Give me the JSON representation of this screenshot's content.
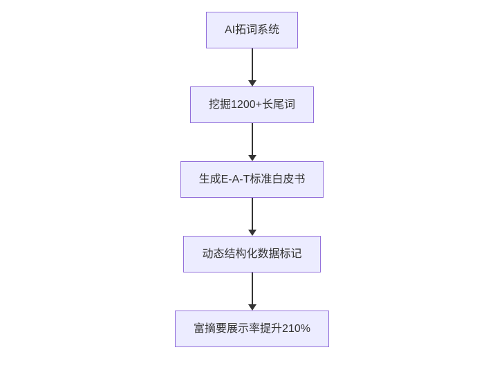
{
  "diagram": {
    "type": "flowchart",
    "direction": "top-down",
    "nodes": [
      {
        "id": "A",
        "label": "AI拓词系统"
      },
      {
        "id": "B",
        "label": "挖掘1200+长尾词"
      },
      {
        "id": "C",
        "label": "生成E-A-T标准白皮书"
      },
      {
        "id": "D",
        "label": "动态结构化数据标记"
      },
      {
        "id": "E",
        "label": "富摘要展示率提升210%"
      }
    ],
    "edges": [
      {
        "from": "A",
        "to": "B"
      },
      {
        "from": "B",
        "to": "C"
      },
      {
        "from": "C",
        "to": "D"
      },
      {
        "from": "D",
        "to": "E"
      }
    ],
    "colors": {
      "node_fill": "#ECECFF",
      "node_border": "#9370DB",
      "text": "#333333",
      "arrow": "#333333",
      "background": "#FFFFFF"
    }
  }
}
